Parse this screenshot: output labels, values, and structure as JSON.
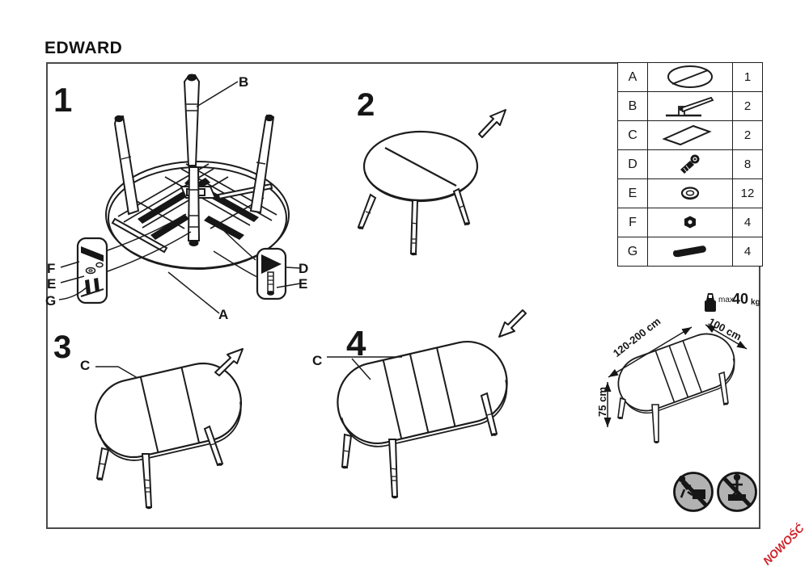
{
  "title": "EDWARD",
  "parts_table": {
    "rows": [
      {
        "id": "A",
        "icon": "oval-tabletop-icon",
        "qty": "1"
      },
      {
        "id": "B",
        "icon": "leg-frame-icon",
        "qty": "2"
      },
      {
        "id": "C",
        "icon": "extension-leaf-icon",
        "qty": "2"
      },
      {
        "id": "D",
        "icon": "allen-bolt-icon",
        "qty": "8"
      },
      {
        "id": "E",
        "icon": "washer-icon",
        "qty": "12"
      },
      {
        "id": "F",
        "icon": "nut-icon",
        "qty": "4"
      },
      {
        "id": "G",
        "icon": "dowel-icon",
        "qty": "4"
      }
    ]
  },
  "steps": {
    "step1": {
      "number": "1",
      "labels": {
        "a": "A",
        "b": "B",
        "d": "D",
        "e": "E",
        "f": "F",
        "g": "G"
      }
    },
    "step2": {
      "number": "2"
    },
    "step3": {
      "number": "3",
      "labels": {
        "c": "C"
      }
    },
    "step4": {
      "number": "4",
      "labels": {
        "c": "C"
      }
    }
  },
  "dimensions": {
    "length": "120-200 cm",
    "width": "100 cm",
    "height": "75 cm",
    "max_load_label": "max.",
    "max_load_value": "40",
    "max_load_unit": "kg"
  },
  "badge": "NOWOŚĆ"
}
